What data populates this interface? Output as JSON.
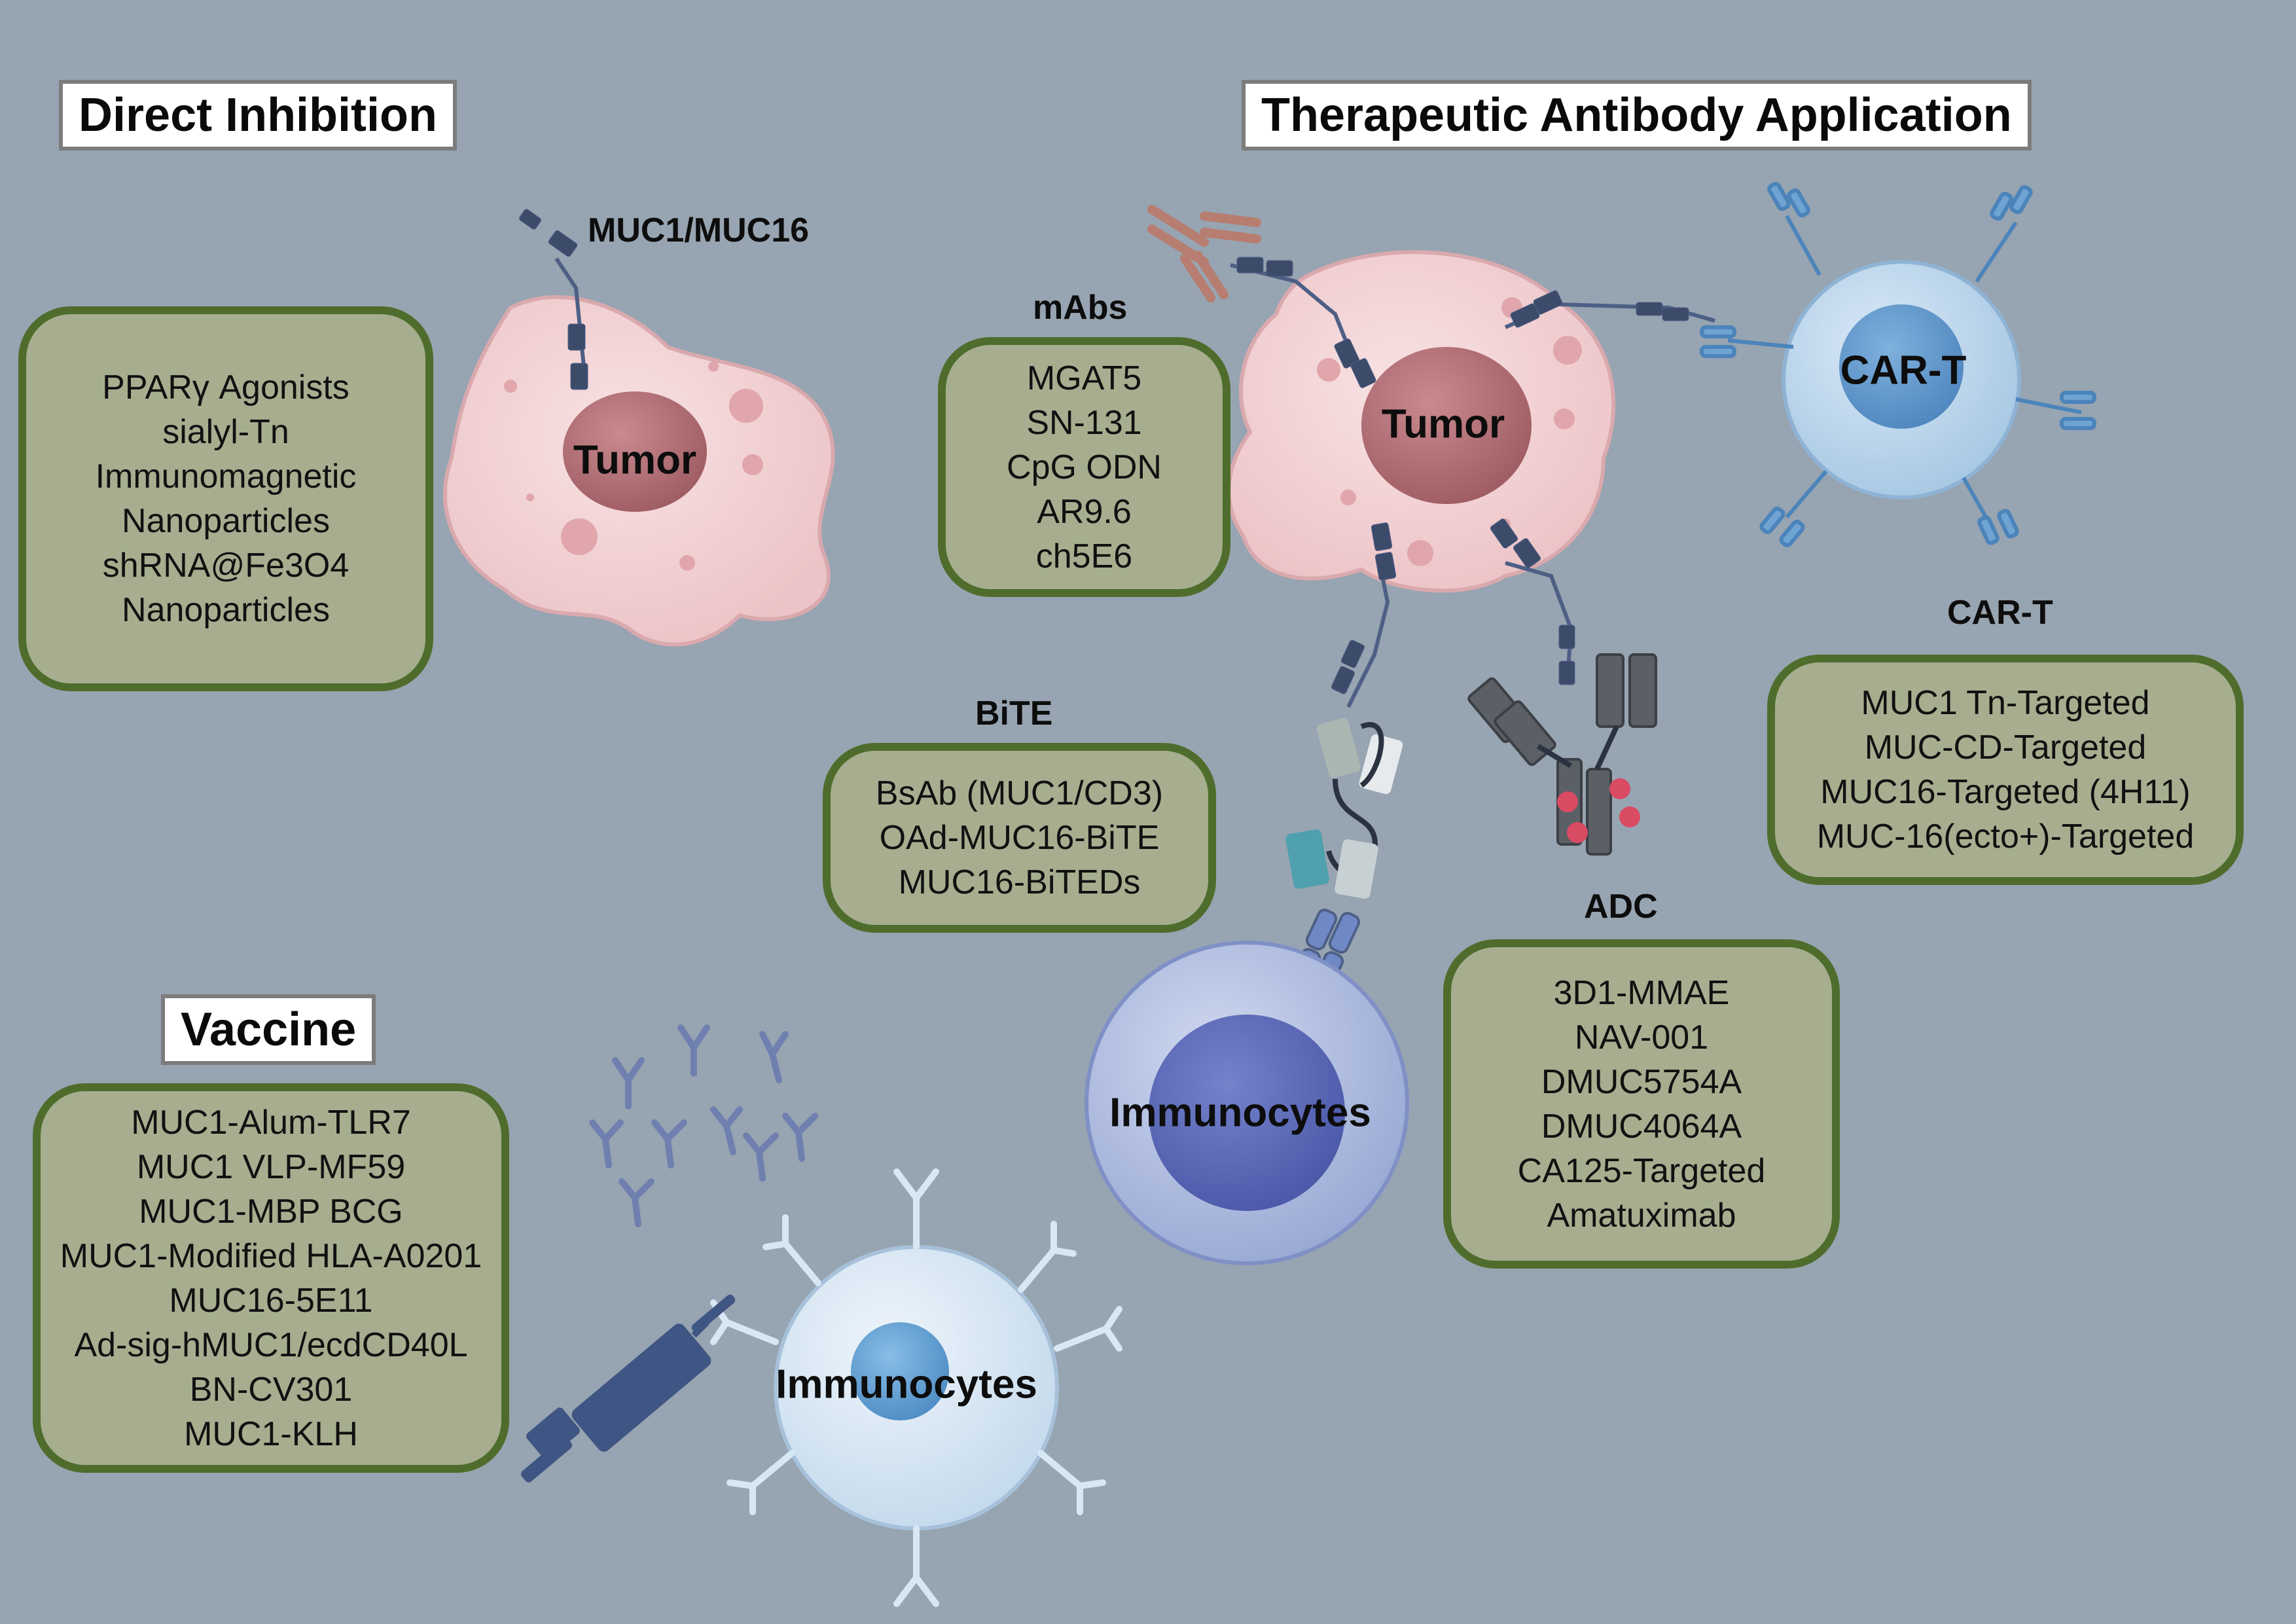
{
  "sections": {
    "direct_inhibition": "Direct Inhibition",
    "therapeutic_antibody": "Therapeutic Antibody Application",
    "vaccine": "Vaccine"
  },
  "labels": {
    "muc": "MUC1/MUC16",
    "mabs": "mAbs",
    "bite": "BiTE",
    "car_t": "CAR-T",
    "adc": "ADC"
  },
  "cells": {
    "tumor_left": "Tumor",
    "tumor_right": "Tumor",
    "car_t": "CAR-T",
    "immunocytes_mid": "Immunocytes",
    "immunocytes_bottom": "Immunocytes"
  },
  "lists": {
    "direct_inhibition": [
      "PPARγ Agonists",
      "sialyl-Tn",
      "Immunomagnetic",
      "Nanoparticles",
      "shRNA@Fe3O4",
      "Nanoparticles"
    ],
    "mabs": [
      "MGAT5",
      "SN-131",
      "CpG ODN",
      "AR9.6",
      "ch5E6"
    ],
    "bite": [
      "BsAb (MUC1/CD3)",
      "OAd-MUC16-BiTE",
      "MUC16-BiTEDs"
    ],
    "car_t": [
      "MUC1 Tn-Targeted",
      "MUC-CD-Targeted",
      "MUC16-Targeted (4H11)",
      "MUC-16(ecto+)-Targeted"
    ],
    "adc": [
      "3D1-MMAE",
      "NAV-001",
      "DMUC5754A",
      "DMUC4064A",
      "CA125-Targeted",
      "Amatuximab"
    ],
    "vaccine": [
      "MUC1-Alum-TLR7",
      "MUC1 VLP-MF59",
      "MUC1-MBP BCG",
      "MUC1-Modified HLA-A0201",
      "MUC16-5E11",
      "Ad-sig-hMUC1/ecdCD40L",
      "BN-CV301",
      "MUC1-KLH"
    ]
  },
  "colors": {
    "background": "#97a4b1",
    "box_fill": "#a6ae8f",
    "box_border": "#4e6d2c",
    "tumor": "#f2d3d5",
    "nucleus_tumor": "#b06d73",
    "car_t": "#b9d6ec",
    "immunocyte_mid": "#b0bde0",
    "nucleus_immune": "#5866b8",
    "immunocyte_bottom": "#d7e6f2",
    "receptor": "#4e5f86"
  }
}
